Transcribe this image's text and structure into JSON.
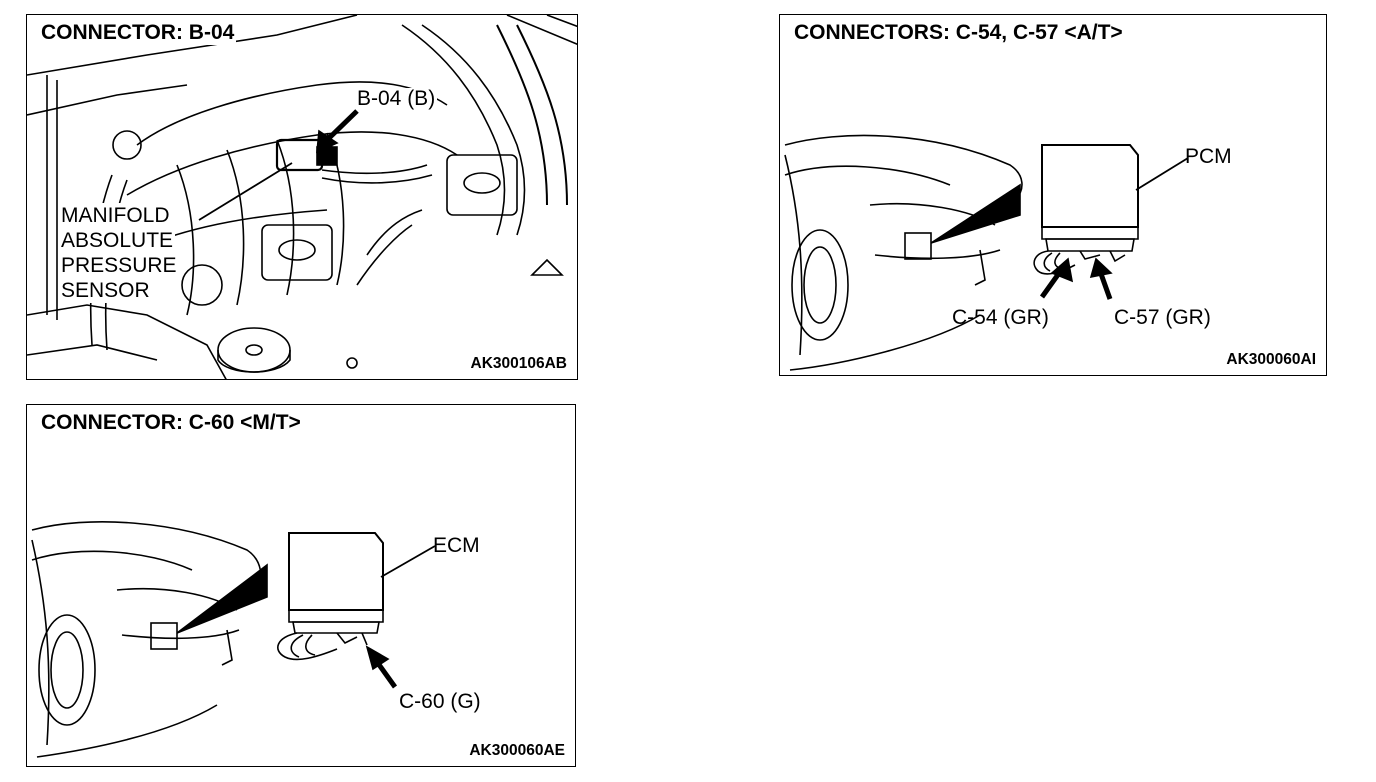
{
  "panels": {
    "b04": {
      "title": "CONNECTOR: B-04",
      "code": "AK300106AB",
      "callout_connector": "B-04 (B)",
      "callout_sensor": [
        "MANIFOLD",
        "ABSOLUTE",
        "PRESSURE",
        "SENSOR"
      ]
    },
    "c54c57": {
      "title": "CONNECTORS: C-54, C-57 <A/T>",
      "code": "AK300060AI",
      "module_label": "PCM",
      "callout_left": "C-54 (GR)",
      "callout_right": "C-57 (GR)"
    },
    "c60": {
      "title": "CONNECTOR: C-60 <M/T>",
      "code": "AK300060AE",
      "module_label": "ECM",
      "callout": "C-60 (G)"
    }
  }
}
